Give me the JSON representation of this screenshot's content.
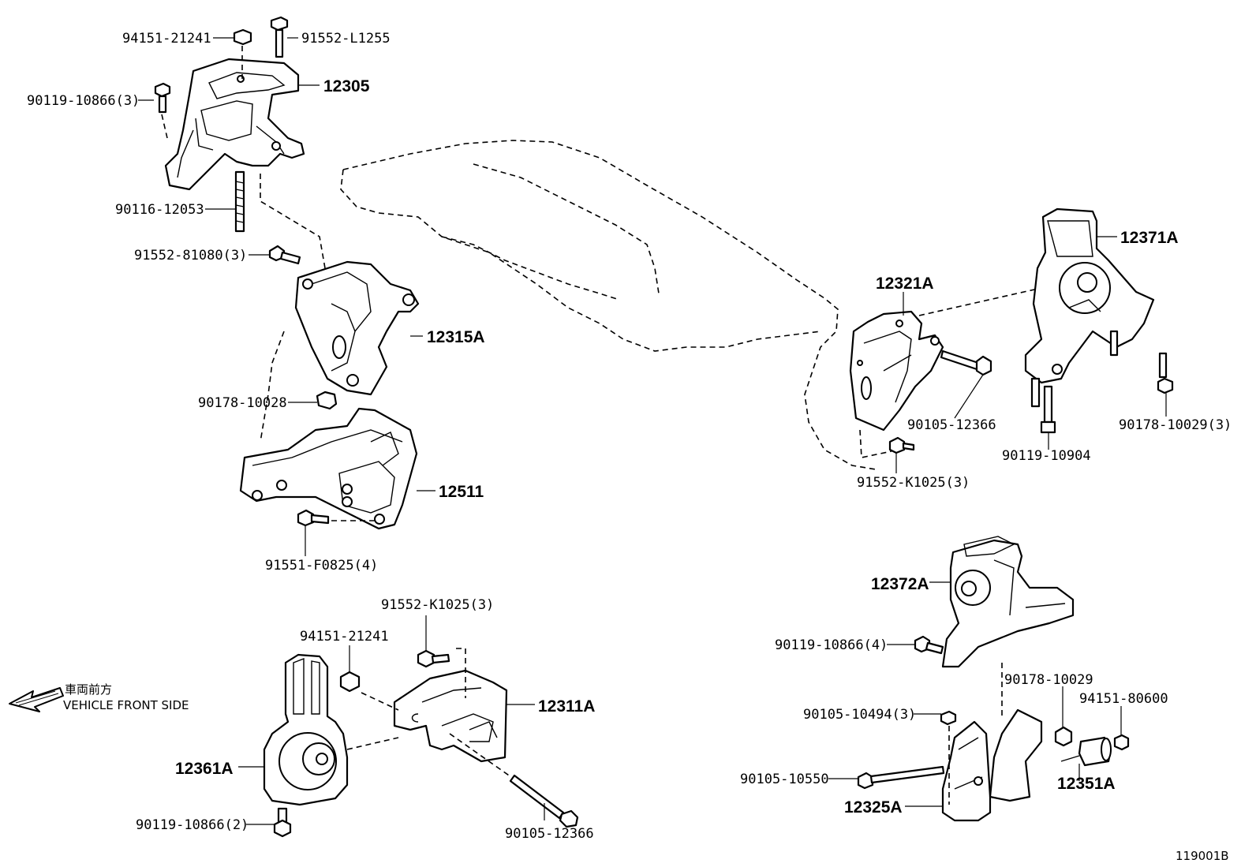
{
  "labels": {
    "p94151_21241_top": "94151-21241",
    "p91552_L1255": "91552-L1255",
    "p12305": "12305",
    "p90119_10866_3": "90119-10866(3)",
    "p90116_12053": "90116-12053",
    "p91552_81080_3": "91552-81080(3)",
    "p12315A": "12315A",
    "p90178_10028": "90178-10028",
    "p12511": "12511",
    "p91551_F0825_4": "91551-F0825(4)",
    "p12321A": "12321A",
    "p12371A": "12371A",
    "p90105_12366_right": "90105-12366",
    "p90178_10029_3": "90178-10029(3)",
    "p90119_10904": "90119-10904",
    "p91552_K1025_3_right": "91552-K1025(3)",
    "p91552_K1025_3_bottom": "91552-K1025(3)",
    "p94151_21241_bottom": "94151-21241",
    "p12311A": "12311A",
    "p12361A": "12361A",
    "p90119_10866_2": "90119-10866(2)",
    "p90105_12366_bottom": "90105-12366",
    "p12372A": "12372A",
    "p90119_10866_4": "90119-10866(4)",
    "p90178_10029": "90178-10029",
    "p94151_80600": "94151-80600",
    "p90105_10494_3": "90105-10494(3)",
    "p90105_10550": "90105-10550",
    "p12351A": "12351A",
    "p12325A": "12325A"
  },
  "direction": {
    "japanese": "車両前方",
    "english": "VEHICLE FRONT SIDE",
    "icon": "arrow-left-icon"
  },
  "figure_id": "119001B"
}
